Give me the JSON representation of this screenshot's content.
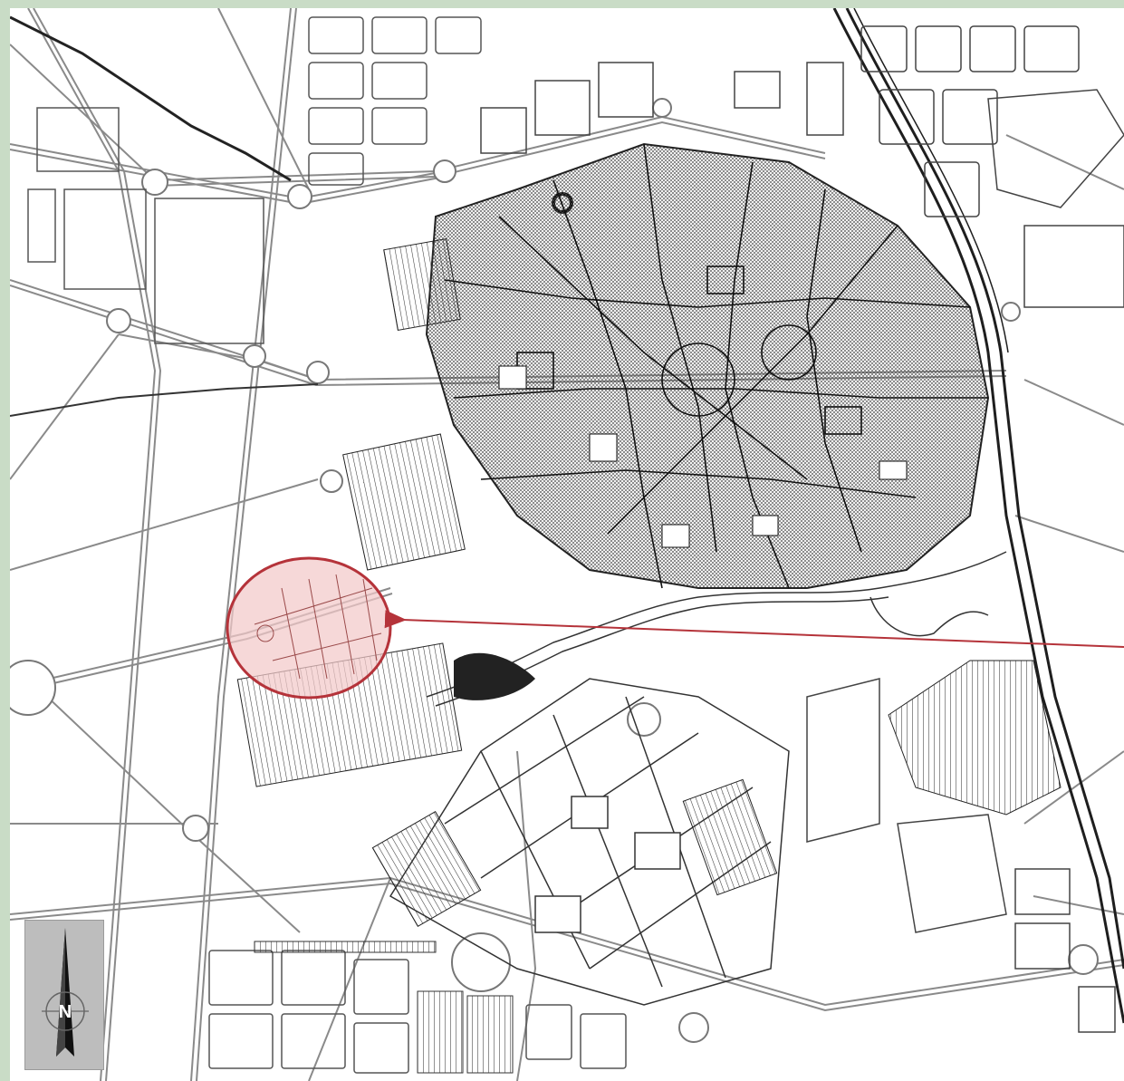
{
  "map": {
    "kind": "city street plan (line drawing)",
    "colors": {
      "frame": "#c9dcc6",
      "paper": "#ffffff",
      "lines": "#2a2a2a",
      "roads": "#8a8a8a",
      "highlight_fill": "#f2c9c9",
      "highlight_stroke": "#b5333a",
      "arrow": "#b5333a"
    }
  },
  "north_arrow": {
    "letter": "N",
    "icon": "north-arrow-icon"
  },
  "highlight": {
    "icon": "highlight-ellipse",
    "pointer_icon": "pointer-arrow-icon"
  }
}
